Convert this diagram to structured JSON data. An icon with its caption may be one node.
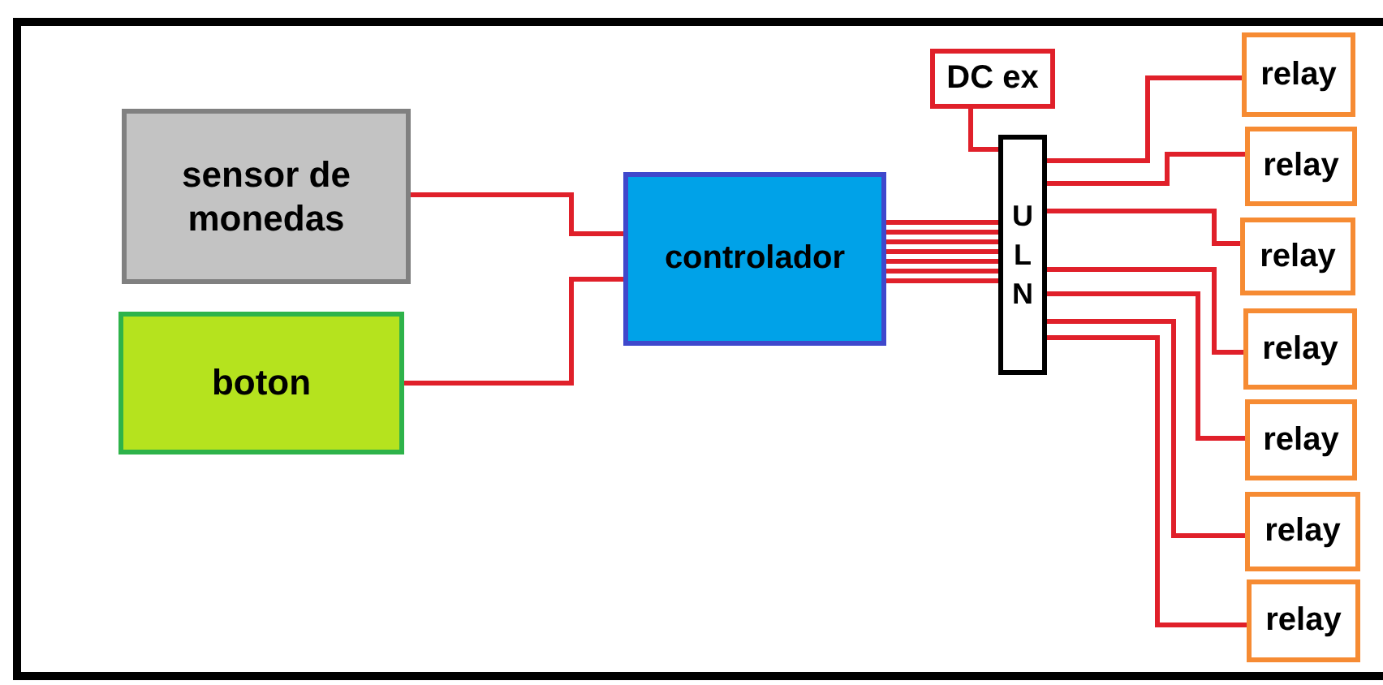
{
  "diagram": {
    "nodes": [
      {
        "text": [
          "sensor de monedas"
        ]
      },
      {
        "text": [
          "boton"
        ]
      },
      {
        "text": [
          "controlador"
        ]
      },
      {
        "text": [
          "DC ex"
        ]
      },
      {
        "text": [
          "ULN"
        ]
      },
      {
        "text": [
          "relay"
        ]
      },
      {
        "text": [
          "relay"
        ]
      },
      {
        "text": [
          "relay"
        ]
      },
      {
        "text": [
          "relay"
        ]
      },
      {
        "text": [
          "relay"
        ]
      },
      {
        "text": [
          "relay"
        ]
      },
      {
        "text": [
          "relay"
        ]
      }
    ],
    "edges": [
      {
        "from": 0,
        "to": 2,
        "arrow": "none"
      },
      {
        "from": 1,
        "to": 2,
        "arrow": "none"
      },
      {
        "from": 2,
        "to": 4,
        "arrow": "none"
      },
      {
        "from": 2,
        "to": 4,
        "arrow": "none"
      },
      {
        "from": 2,
        "to": 4,
        "arrow": "none"
      },
      {
        "from": 2,
        "to": 4,
        "arrow": "none"
      },
      {
        "from": 2,
        "to": 4,
        "arrow": "none"
      },
      {
        "from": 2,
        "to": 4,
        "arrow": "none"
      },
      {
        "from": 2,
        "to": 4,
        "arrow": "none"
      },
      {
        "from": 3,
        "to": 4,
        "arrow": "none"
      },
      {
        "from": 4,
        "to": 5,
        "arrow": "none"
      },
      {
        "from": 4,
        "to": 6,
        "arrow": "none"
      },
      {
        "from": 4,
        "to": 7,
        "arrow": "none"
      },
      {
        "from": 4,
        "to": 8,
        "arrow": "none"
      },
      {
        "from": 4,
        "to": 9,
        "arrow": "none"
      },
      {
        "from": 4,
        "to": 10,
        "arrow": "none"
      },
      {
        "from": 4,
        "to": 11,
        "arrow": "none"
      }
    ]
  }
}
